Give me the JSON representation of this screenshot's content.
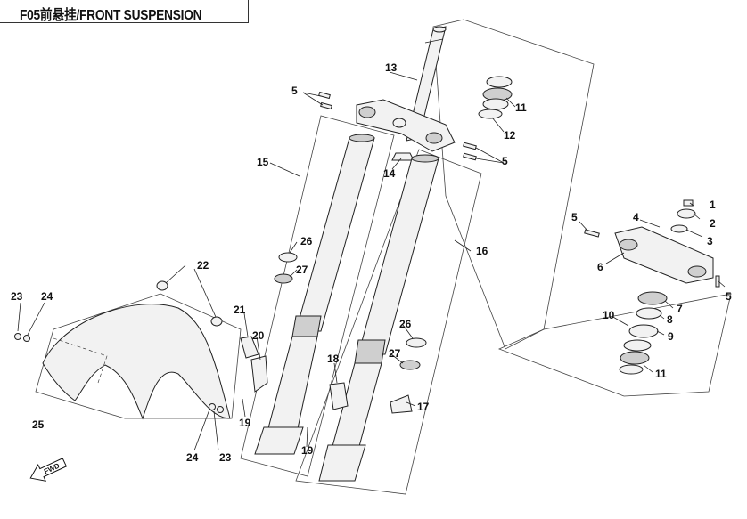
{
  "title": "F05前悬挂/FRONT SUSPENSION",
  "direction_label": "FWD",
  "callouts": {
    "c1": "1",
    "c2": "2",
    "c3": "3",
    "c4": "4",
    "c5a": "5",
    "c5b": "5",
    "c5c": "5",
    "c5d": "5",
    "c6": "6",
    "c7": "7",
    "c8": "8",
    "c9": "9",
    "c10": "10",
    "c11a": "11",
    "c11b": "11",
    "c12": "12",
    "c13": "13",
    "c14": "14",
    "c15": "15",
    "c16": "16",
    "c17": "17",
    "c18": "18",
    "c19a": "19",
    "c19b": "19",
    "c20": "20",
    "c21": "21",
    "c22": "22",
    "c23a": "23",
    "c23b": "23",
    "c24a": "24",
    "c24b": "24",
    "c25": "25",
    "c26a": "26",
    "c26b": "26",
    "c27a": "27",
    "c27b": "27"
  }
}
